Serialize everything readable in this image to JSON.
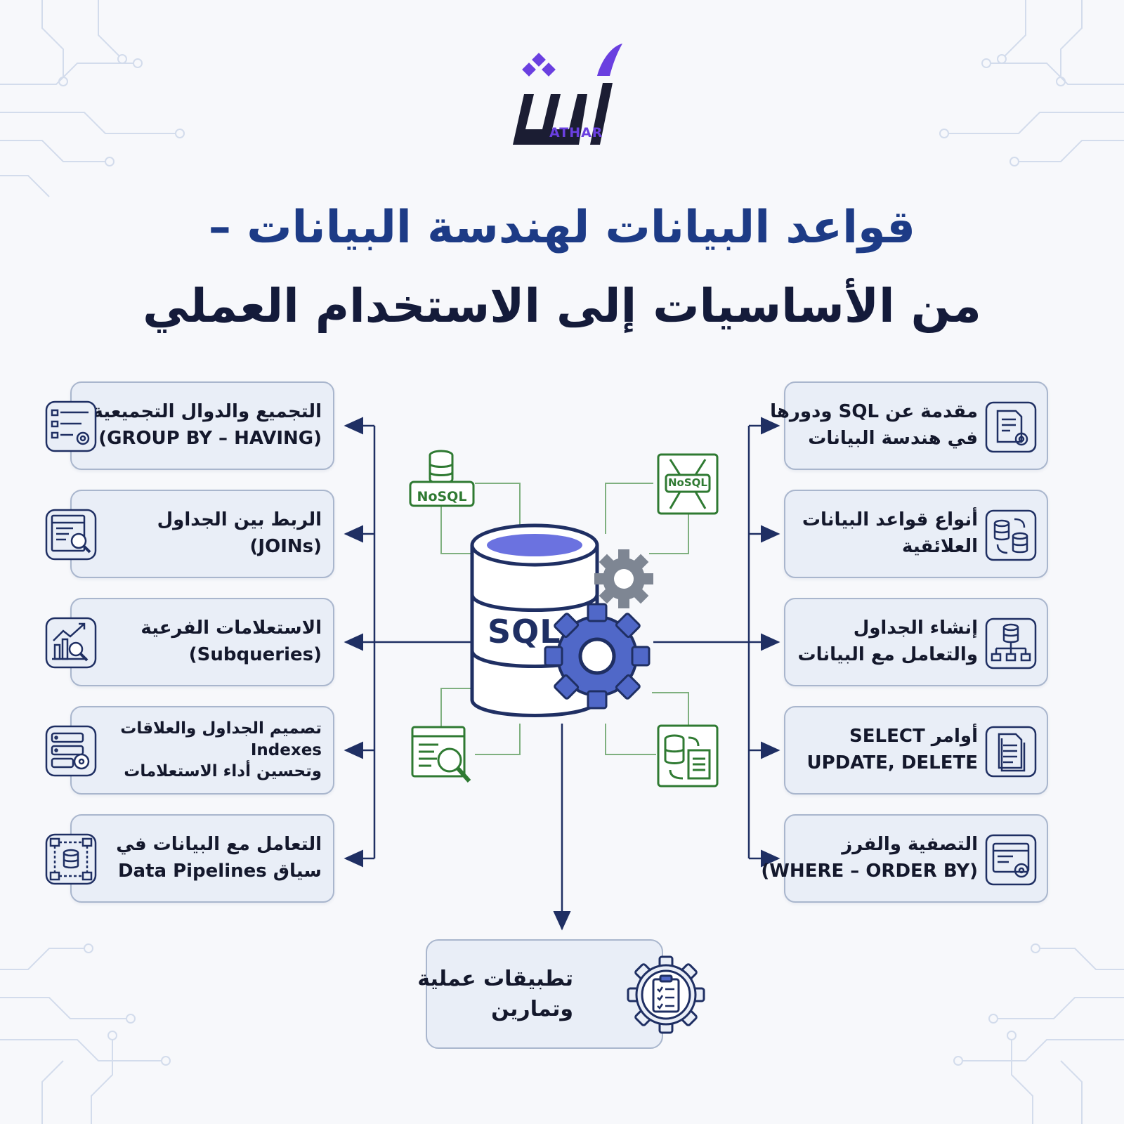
{
  "logo": {
    "name": "ATHAR",
    "colors": {
      "dark": "#1b1d33",
      "accent": "#6a3fe0"
    }
  },
  "title": {
    "line1": "قواعد البيانات لهندسة البيانات –",
    "line2": "من الأساسيات إلى الاستخدام العملي"
  },
  "colors": {
    "title_blue": "#1d3b86",
    "navy": "#1f2f63",
    "card_bg": "#e9eef7",
    "green": "#2f7a32",
    "gear_blue": "#5068c8",
    "gear_gray": "#7e8693"
  },
  "center": {
    "label": "SQL",
    "nosql_tag_1": "NoSQL",
    "nosql_tag_2": "NoSQL"
  },
  "right_cards": [
    {
      "line1": "مقدمة عن SQL ودورها",
      "line2": "في هندسة البيانات",
      "icon": "document-gear-icon"
    },
    {
      "line1": "أنواع قواعد البيانات",
      "line2": "العلائقية",
      "icon": "database-sync-icon"
    },
    {
      "line1": "إنشاء الجداول",
      "line2": "والتعامل مع البيانات",
      "icon": "database-hierarchy-icon"
    },
    {
      "line1": "أوامر SELECT",
      "line2": "UPDATE, DELETE",
      "icon": "document-stack-icon"
    },
    {
      "line1": "التصفية والفرز",
      "line2": "(WHERE – ORDER BY)",
      "icon": "window-gear-icon"
    }
  ],
  "left_cards": [
    {
      "line1": "التجميع والدوال التجميعية",
      "line2": "(GROUP BY – HAVING)",
      "icon": "list-gear-icon"
    },
    {
      "line1": "الربط بين الجداول",
      "line2": "(JOINs)",
      "icon": "document-search-icon"
    },
    {
      "line1": "الاستعلامات الفرعية",
      "line2": "(Subqueries)",
      "icon": "chart-search-icon"
    },
    {
      "line1": "تصميم الجداول والعلاقات",
      "line2": "Indexes",
      "line3": "وتحسين أداء الاستعلامات",
      "icon": "server-gear-icon"
    },
    {
      "line1": "التعامل مع البيانات في",
      "line2": "سياق Data Pipelines",
      "icon": "pipeline-database-icon"
    }
  ],
  "bottom_card": {
    "line1": "تطبيقات عملية",
    "line2": "وتمارين",
    "icon": "gear-checklist-icon"
  }
}
